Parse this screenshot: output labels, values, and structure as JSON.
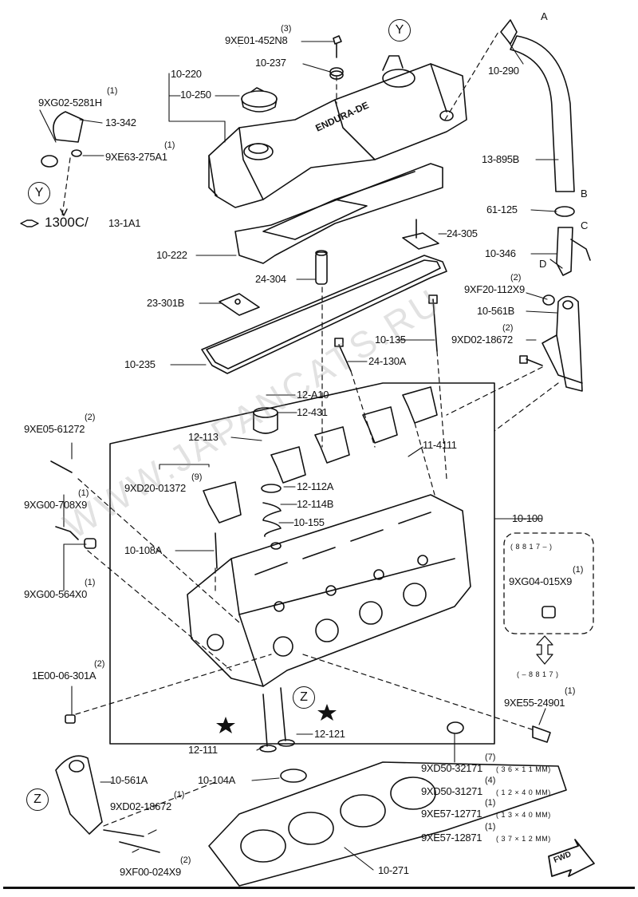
{
  "top_pointers": {
    "cover_ref": "Y",
    "hose_ref_a": "A",
    "hose_ref_b": "B",
    "hose_ref_c": "C",
    "hose_ref_d": "D"
  },
  "parts": {
    "p_9xe01": "9XE01-452N8",
    "q_9xe01": "(3)",
    "p_10_237": "10-237",
    "p_10_220": "10-220",
    "p_10_250": "10-250",
    "p_10_290": "10-290",
    "p_9xg02": "9XG02-5281H",
    "q_9xg02": "(1)",
    "p_13_342": "13-342",
    "p_9xe63": "9XE63-275A1",
    "q_9xe63": "(1)",
    "p_13_895b": "13-895B",
    "p_61_125": "61-125",
    "p_10_346": "10-346",
    "p_24_305": "24-305",
    "p_10_222": "10-222",
    "p_24_304": "24-304",
    "p_9xf20": "9XF20-112X9",
    "q_9xf20": "(2)",
    "p_10_561b": "10-561B",
    "p_23_301b": "23-301B",
    "p_9xd02_b": "9XD02-18672",
    "q_9xd02_b": "(2)",
    "p_10_135": "10-135",
    "p_24_130a": "24-130A",
    "p_10_235": "10-235",
    "p_12_a10": "12-A10",
    "p_12_431": "12-431",
    "p_9xe05": "9XE05-61272",
    "q_9xe05": "(2)",
    "p_12_113": "12-113",
    "p_11_4111": "11-4111",
    "p_9xd20": "9XD20-01372",
    "q_9xd20": "(9)",
    "p_12_112a": "12-112A",
    "p_9xg00_708": "9XG00-708X9",
    "q_9xg00_708": "(1)",
    "p_12_114b": "12-114B",
    "p_10_155": "10-155",
    "p_10_100": "10-100",
    "p_10_108a": "10-108A",
    "p_9xg00_564": "9XG00-564X0",
    "q_9xg00_564": "(1)",
    "p_8817_from": "( 8 8 1 7 – )",
    "p_9xg04": "9XG04-015X9",
    "q_9xg04": "(1)",
    "p_8817_to": "( – 8 8 1 7 )",
    "p_1e00": "1E00-06-301A",
    "q_1e00": "(2)",
    "p_9xe55": "9XE55-24901",
    "q_9xe55": "(1)",
    "p_12_121": "12-121",
    "p_12_111": "12-111",
    "p_9xd50_32171": "9XD50-32171",
    "q_9xd50_32171": "(7)",
    "s_9xd50_32171": "( 3 6 × 1 1 MM)",
    "p_9xd50_31271": "9XD50-31271",
    "q_9xd50_31271": "(4)",
    "s_9xd50_31271": "( 1 2 × 4 0 MM)",
    "p_9xe57_12771": "9XE57-12771",
    "q_9xe57_12771": "(1)",
    "s_9xe57_12771": "( 1 3 × 4 0 MM)",
    "p_9xe57_12871": "9XE57-12871",
    "q_9xe57_12871": "(1)",
    "s_9xe57_12871": "( 3 7 × 1 2 MM)",
    "p_10_561a": "10-561A",
    "p_10_104a": "10-104A",
    "p_9xd02_a": "9XD02-18672",
    "q_9xd02_a": "(1)",
    "p_9xf00": "9XF00-024X9",
    "q_9xf00": "(2)",
    "p_10_271": "10-271"
  },
  "references": {
    "section_ref": "1300C/",
    "section_sub": "13-1A1",
    "circle_y": "Y",
    "circle_z_mid": "Z",
    "circle_z_left": "Z",
    "fwd": "FWD",
    "cover_text": "ENDURA-DE"
  },
  "watermark": "WWW.JAPANCATS.RU",
  "colors": {
    "ink": "#111111",
    "paper": "#ffffff",
    "watermark": "#969696"
  }
}
